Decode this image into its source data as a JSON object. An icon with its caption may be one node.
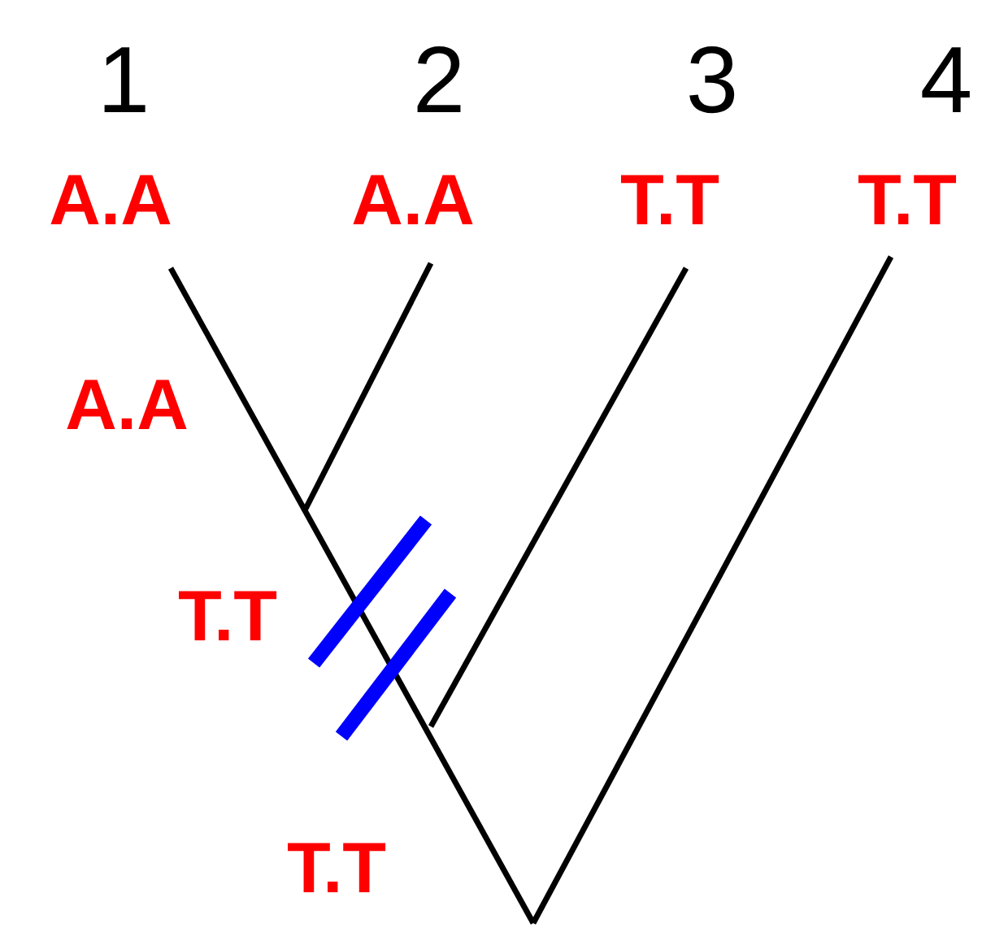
{
  "diagram": {
    "labels": [
      "1",
      "2",
      "3",
      "4",
      "A.A",
      "A.A",
      "T.T",
      "T.T",
      "A.A",
      "T.T",
      "T.T"
    ]
  }
}
